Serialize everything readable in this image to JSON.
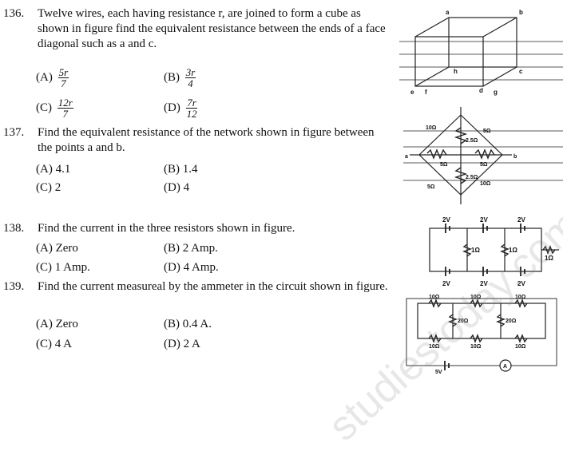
{
  "watermark": "studiestoday.com",
  "questions": [
    {
      "num": "136.",
      "text": "Twelve wires, each having resistance r, are joined to form a cube as shown in figure find the equivalent resistance between the ends of a face diagonal such as a and c.",
      "options": [
        {
          "label": "(A)",
          "num": "5r",
          "den": "7"
        },
        {
          "label": "(B)",
          "num": "3r",
          "den": "4"
        },
        {
          "label": "(C)",
          "num": "12r",
          "den": "7"
        },
        {
          "label": "(D)",
          "num": "7r",
          "den": "12"
        }
      ],
      "figure_labels": [
        "a",
        "b",
        "c",
        "d",
        "e",
        "f",
        "g",
        "h"
      ]
    },
    {
      "num": "137.",
      "text": "Find the equivalent resistance of the network shown in figure between the points a and b.",
      "options": [
        {
          "label": "(A)",
          "value": "4.1"
        },
        {
          "label": "(B)",
          "value": "1.4"
        },
        {
          "label": "(C)",
          "value": "2"
        },
        {
          "label": "(D)",
          "value": "4"
        }
      ],
      "figure_labels": [
        "10Ω",
        "5Ω",
        "2.5Ω",
        "5Ω",
        "5Ω",
        "2.5Ω",
        "5Ω",
        "10Ω",
        "a",
        "b"
      ]
    },
    {
      "num": "138.",
      "text": "Find the current in the three resistors shown in figure.",
      "options": [
        {
          "label": "(A)",
          "value": "Zero"
        },
        {
          "label": "(B)",
          "value": "2 Amp."
        },
        {
          "label": "(C)",
          "value": "1  Amp."
        },
        {
          "label": "(D)",
          "value": "4 Amp."
        }
      ],
      "figure_labels": [
        "2V",
        "2V",
        "2V",
        "1Ω",
        "1Ω",
        "1Ω",
        "2V",
        "2V",
        "2V"
      ]
    },
    {
      "num": "139.",
      "text": "Find the current measureal by the ammeter in the circuit shown in figure.",
      "options": [
        {
          "label": "(A)",
          "value": "Zero"
        },
        {
          "label": "(B)",
          "value": "0.4 A."
        },
        {
          "label": "(C)",
          "value": "4  A"
        },
        {
          "label": "(D)",
          "value": " 2 A"
        }
      ],
      "figure_labels": [
        "10Ω",
        "10Ω",
        "10Ω",
        "20Ω",
        "20Ω",
        "10Ω",
        "10Ω",
        "10Ω",
        "5V",
        "A"
      ]
    }
  ]
}
